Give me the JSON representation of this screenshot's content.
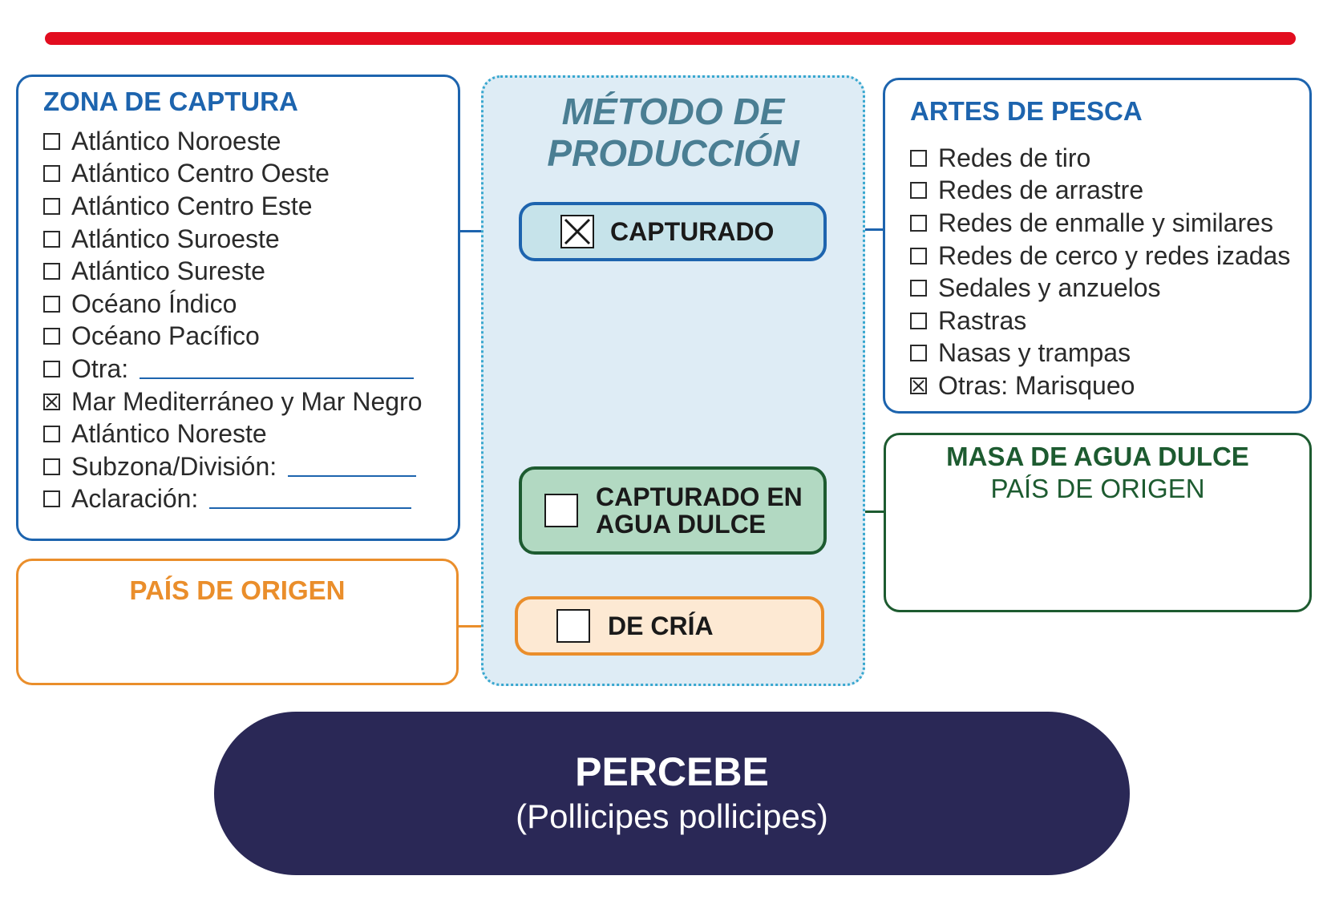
{
  "zona_captura": {
    "title": "ZONA DE CAPTURA",
    "options": [
      {
        "label": "Atlántico Noroeste",
        "checked": false
      },
      {
        "label": "Atlántico Centro Oeste",
        "checked": false
      },
      {
        "label": "Atlántico Centro Este",
        "checked": false
      },
      {
        "label": "Atlántico Suroeste",
        "checked": false
      },
      {
        "label": "Atlántico Sureste",
        "checked": false
      },
      {
        "label": "Océano Índico",
        "checked": false
      },
      {
        "label": "Océano Pacífico",
        "checked": false
      },
      {
        "label": "Otra:",
        "checked": false
      },
      {
        "label": "Mar Mediterráneo y Mar Negro",
        "checked": true
      },
      {
        "label": "Atlántico Noreste",
        "checked": false
      },
      {
        "label": "Subzona/División:",
        "checked": false
      },
      {
        "label": "Aclaración:",
        "checked": false
      }
    ]
  },
  "pais_origen_left": {
    "title": "PAÍS DE ORIGEN"
  },
  "metodo_produccion": {
    "title_line1": "MÉTODO DE",
    "title_line2": "PRODUCCIÓN",
    "capturado": {
      "label": "CAPTURADO",
      "checked": true
    },
    "agua_dulce": {
      "label": "CAPTURADO EN\nAGUA DULCE",
      "checked": false
    },
    "de_cria": {
      "label": "DE CRÍA",
      "checked": false
    }
  },
  "artes_pesca": {
    "title": "ARTES DE PESCA",
    "options": [
      {
        "label": "Redes de tiro",
        "checked": false
      },
      {
        "label": "Redes de arrastre",
        "checked": false
      },
      {
        "label": "Redes de enmalle y similares",
        "checked": false
      },
      {
        "label": "Redes de cerco y redes izadas",
        "checked": false
      },
      {
        "label": "Sedales y anzuelos",
        "checked": false
      },
      {
        "label": "Rastras",
        "checked": false
      },
      {
        "label": "Nasas y trampas",
        "checked": false
      },
      {
        "label": "Otras: Marisqueo",
        "checked": true
      }
    ]
  },
  "masa_agua_dulce": {
    "title": "MASA DE AGUA DULCE",
    "subtitle": "PAÍS DE ORIGEN"
  },
  "species": {
    "name": "PERCEBE",
    "scientific": "(Pollicipes pollicipes)"
  },
  "colors": {
    "red_bar": "#e20d1f",
    "blue": "#1d64ae",
    "green": "#1d5b30",
    "orange": "#ea8e2b",
    "navy": "#2a2856",
    "method_title": "#4a7e93"
  }
}
